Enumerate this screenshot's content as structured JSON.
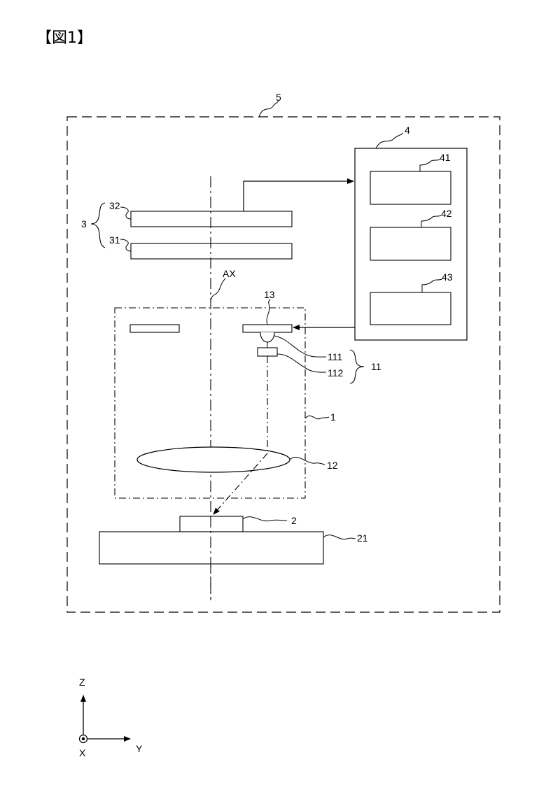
{
  "figure": {
    "title": "【図1】"
  },
  "labels": {
    "system": "5",
    "controller": "4",
    "unit_41": "41",
    "unit_42": "42",
    "unit_43": "43",
    "detector": "3",
    "detector_upper": "32",
    "detector_lower": "31",
    "optical_axis": "AX",
    "element_13": "13",
    "element_111": "111",
    "element_112": "112",
    "group_11": "11",
    "column": "1",
    "lens": "12",
    "sample": "2",
    "stage": "21"
  },
  "axes": {
    "z": "Z",
    "y": "Y",
    "x": "X"
  }
}
